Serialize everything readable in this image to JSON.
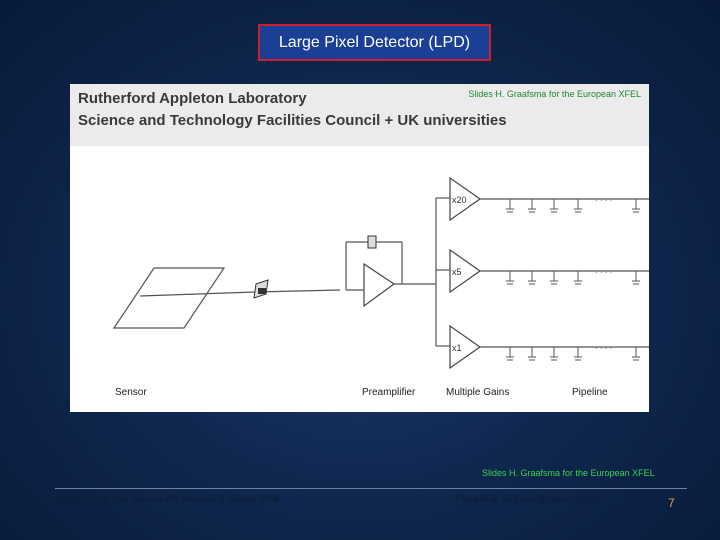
{
  "slide": {
    "title": "Large Pixel Detector (LPD)",
    "credit": "Slides H. Graafsma for the European XFEL",
    "footer_left": "Détecteteurs pour sources RX intenses, 2 octobre 2008",
    "footer_mid": "P.delpierre, delpierre@cppm.in2p3.fr",
    "page_number": "7"
  },
  "figure": {
    "header_line1": "Rutherford Appleton Laboratory",
    "header_line2": "Science and Technology Facilities Council + UK universities",
    "credit": "Slides H. Graafsma for the European XFEL",
    "labels": {
      "sensor": "Sensor",
      "preamplifier": "Preamplifier",
      "multiple_gains": "Multiple Gains",
      "pipeline": "Pipeline"
    },
    "gains": [
      "x20",
      "x5",
      "x1"
    ],
    "pipeline_dots": "· · · ·"
  },
  "colors": {
    "title_fill": "#1a3f94",
    "title_border": "#cc1f2b",
    "credit_green": "#39d24f",
    "page_number": "#d8a93a"
  }
}
